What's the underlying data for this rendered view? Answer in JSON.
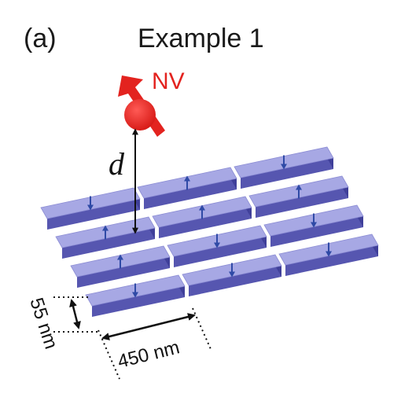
{
  "panel_label": "(a)",
  "title": "Example 1",
  "nv_label": "NV",
  "distance_label": "d",
  "width_label": "450 nm",
  "height_label": "55 nm",
  "colors": {
    "magnet_top": "#a7a8e4",
    "magnet_side": "#3f3f99",
    "magnet_front": "#5656b0",
    "moment_arrow": "#2f4aa6",
    "nv_spin": "#e3231f"
  },
  "magnets": [
    {
      "row": 0,
      "col": 0,
      "moment": "down"
    },
    {
      "row": 0,
      "col": 1,
      "moment": "up"
    },
    {
      "row": 0,
      "col": 2,
      "moment": "down"
    },
    {
      "row": 1,
      "col": 0,
      "moment": "up"
    },
    {
      "row": 1,
      "col": 1,
      "moment": "up"
    },
    {
      "row": 1,
      "col": 2,
      "moment": "up"
    },
    {
      "row": 2,
      "col": 0,
      "moment": "up"
    },
    {
      "row": 2,
      "col": 1,
      "moment": "down"
    },
    {
      "row": 2,
      "col": 2,
      "moment": "down"
    },
    {
      "row": 3,
      "col": 0,
      "moment": "down"
    },
    {
      "row": 3,
      "col": 1,
      "moment": "down"
    },
    {
      "row": 3,
      "col": 2,
      "moment": "down"
    }
  ]
}
